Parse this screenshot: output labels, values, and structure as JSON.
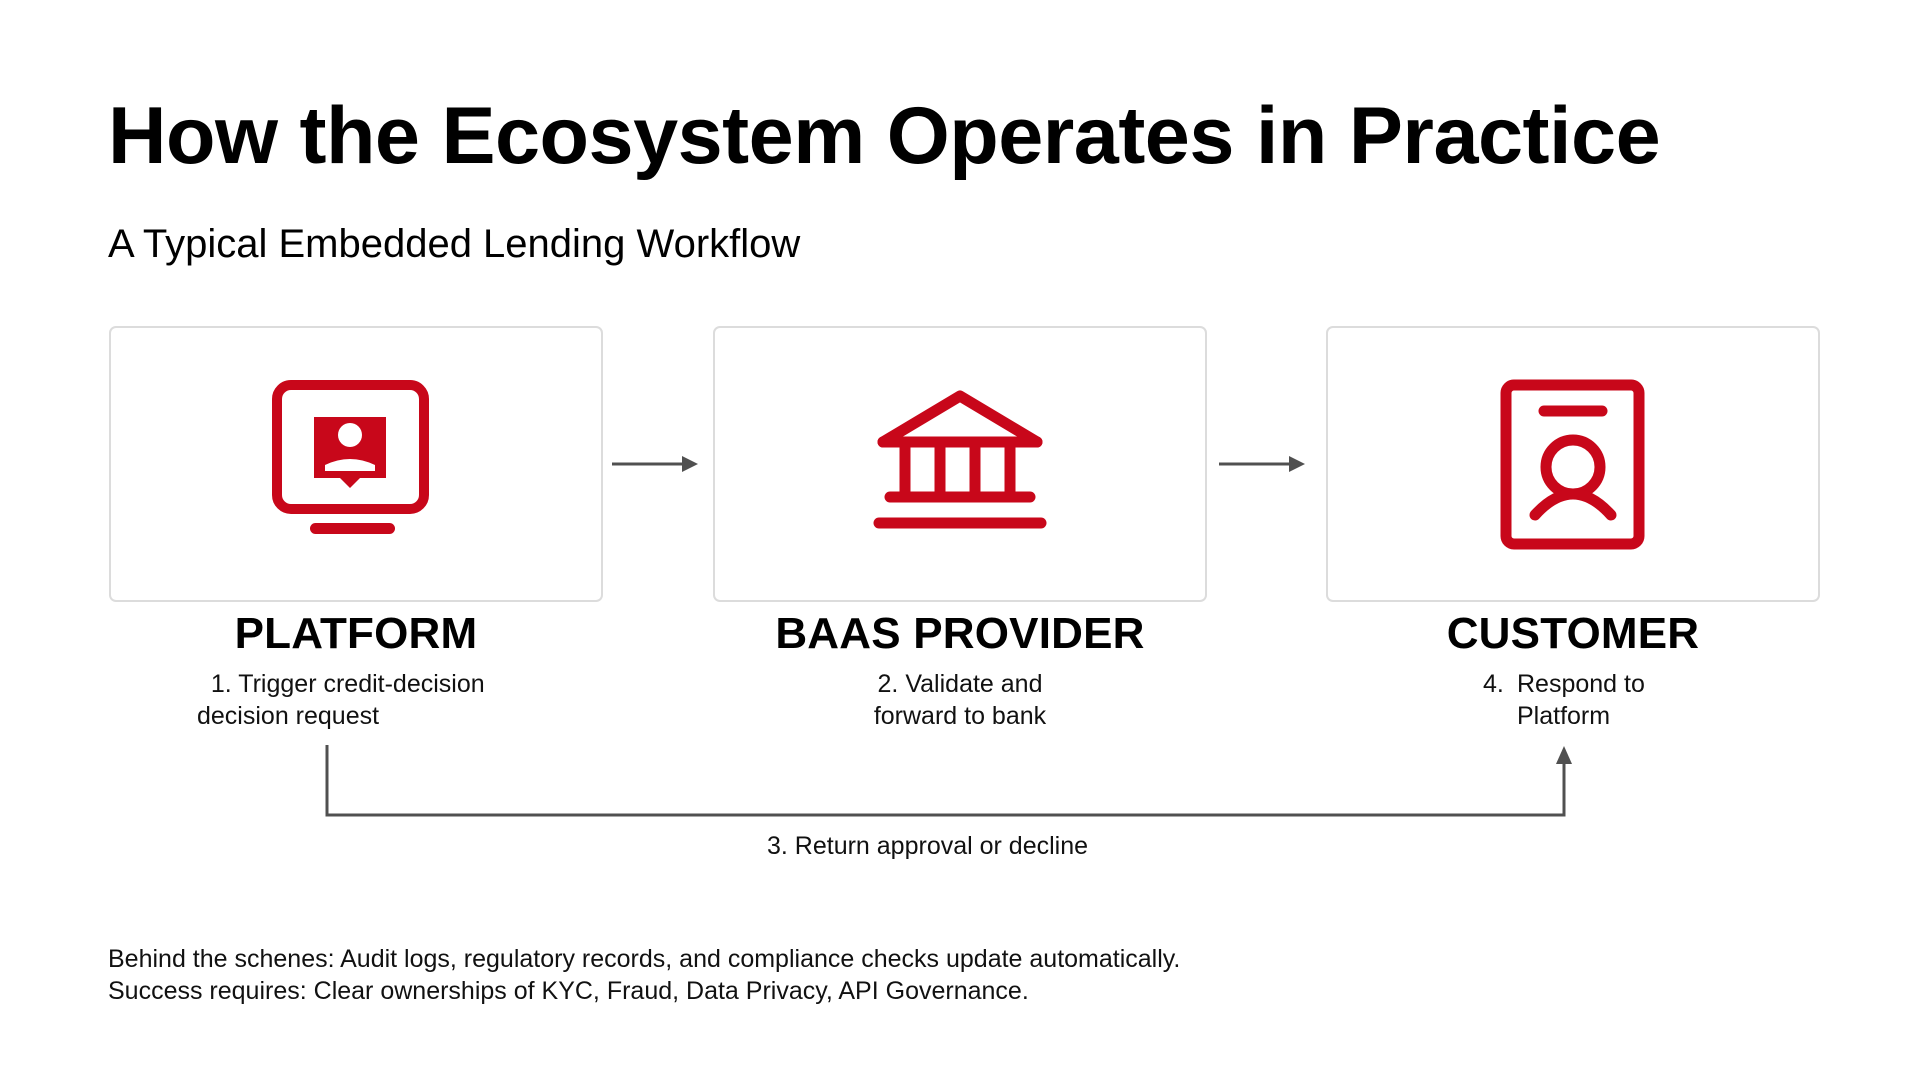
{
  "header": {
    "title": "How the Ecosystem Operates in Practice",
    "subtitle": "A Typical Embedded Lending Workflow"
  },
  "colors": {
    "accent": "#C8071A",
    "card_border": "#DCDCDC",
    "connector": "#505050",
    "text": "#000000"
  },
  "nodes": [
    {
      "id": "platform",
      "title": "PLATFORM",
      "icon": "monitor-user-icon",
      "step_number": "1.",
      "step_lines": [
        "Trigger credit-decision",
        "decision request"
      ]
    },
    {
      "id": "baas-provider",
      "title": "BAAS PROVIDER",
      "icon": "bank-icon",
      "step_number": "2.",
      "step_lines": [
        "Validate and",
        "forward to bank"
      ]
    },
    {
      "id": "customer",
      "title": "CUSTOMER",
      "icon": "id-badge-icon",
      "step_number": "4.",
      "step_lines": [
        "Respond to",
        "Platform"
      ]
    }
  ],
  "connectors": [
    {
      "from": "platform",
      "to": "baas-provider",
      "type": "arrow-right"
    },
    {
      "from": "baas-provider",
      "to": "customer",
      "type": "arrow-right"
    },
    {
      "from": "platform",
      "to": "customer",
      "type": "elbow-return",
      "label": "3. Return approval or decline"
    }
  ],
  "footer": {
    "line1": "Behind the schenes: Audit logs, regulatory records, and compliance checks update automatically.",
    "line2": "Success requires: Clear ownerships of KYC, Fraud, Data Privacy, API Governance."
  }
}
